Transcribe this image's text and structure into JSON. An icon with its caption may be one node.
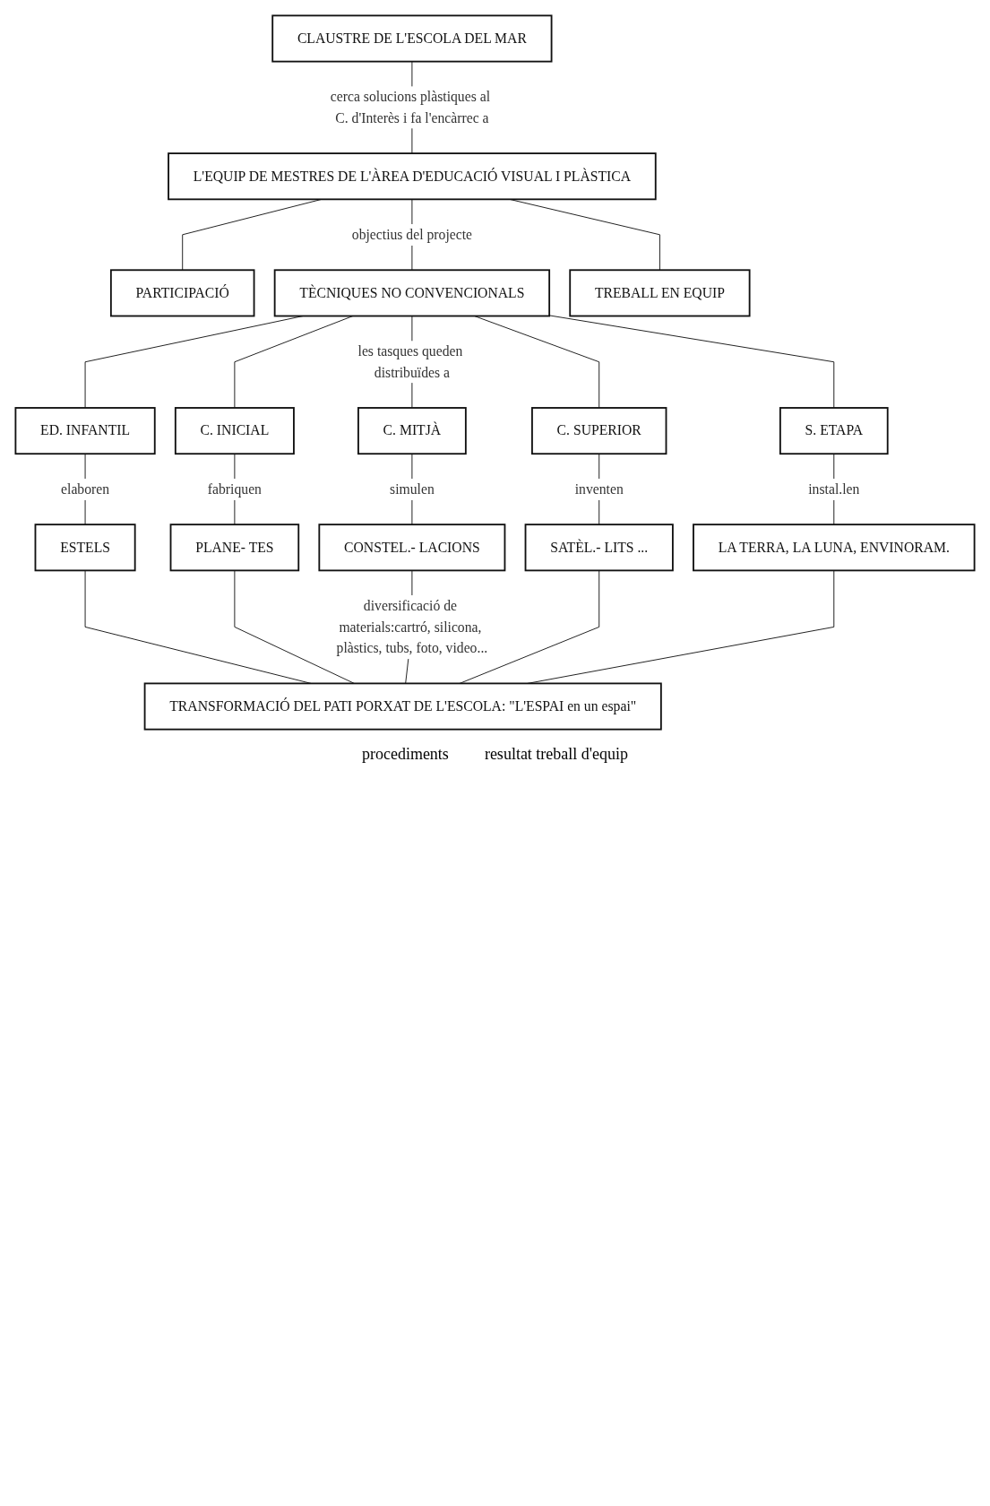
{
  "diagram": {
    "nodes": [
      {
        "text": [
          "CLAUSTRE DE L'ESCOLA DEL MAR"
        ]
      },
      {
        "text": [
          "L'EQUIP DE MESTRES DE L'ÀREA D'EDUCACIÓ VISUAL I PLÀSTICA"
        ]
      },
      {
        "text": [
          "PARTICIPACIÓ"
        ]
      },
      {
        "text": [
          "TÈCNIQUES NO CONVENCIONALS"
        ]
      },
      {
        "text": [
          "TREBALL EN EQUIP"
        ]
      },
      {
        "text": [
          "ED. INFANTIL"
        ]
      },
      {
        "text": [
          "C. INICIAL"
        ]
      },
      {
        "text": [
          "C. MITJÀ"
        ]
      },
      {
        "text": [
          "C. SUPERIOR"
        ]
      },
      {
        "text": [
          "S. ETAPA"
        ]
      },
      {
        "text": [
          "ESTELS"
        ]
      },
      {
        "text": [
          "PLANE- TES"
        ]
      },
      {
        "text": [
          "CONSTEL.- LACIONS"
        ]
      },
      {
        "text": [
          "SATÈL.- LITS ..."
        ]
      },
      {
        "text": [
          "LA TERRA, LA LUNA, ENVINORAM."
        ]
      },
      {
        "text": [
          "TRANSFORMACIÓ DEL PATI PORXAT DE L'ESCOLA: \"L'ESPAI en un espai\""
        ]
      }
    ],
    "edges": [
      {
        "from": 0,
        "to": 1,
        "arrow": "none",
        "label": "cerca solucions plàstiques al C. d'Interès i fa l'encàrrec a"
      },
      {
        "from": 1,
        "to": 2,
        "arrow": "none"
      },
      {
        "from": 1,
        "to": 3,
        "arrow": "none",
        "label": "objectius del projecte"
      },
      {
        "from": 1,
        "to": 4,
        "arrow": "none"
      },
      {
        "from": 3,
        "to": 5,
        "arrow": "none"
      },
      {
        "from": 3,
        "to": 6,
        "arrow": "none"
      },
      {
        "from": 3,
        "to": 7,
        "arrow": "none",
        "label": "les tasques queden distribuïdes a"
      },
      {
        "from": 3,
        "to": 8,
        "arrow": "none"
      },
      {
        "from": 3,
        "to": 9,
        "arrow": "none"
      },
      {
        "from": 5,
        "to": 10,
        "arrow": "none",
        "label": "elaboren"
      },
      {
        "from": 6,
        "to": 11,
        "arrow": "none",
        "label": "fabriquen"
      },
      {
        "from": 7,
        "to": 12,
        "arrow": "none",
        "label": "simulen"
      },
      {
        "from": 8,
        "to": 13,
        "arrow": "none",
        "label": "inventen"
      },
      {
        "from": 9,
        "to": 14,
        "arrow": "none",
        "label": "instal.len"
      },
      {
        "from": 10,
        "to": 15,
        "arrow": "none"
      },
      {
        "from": 11,
        "to": 15,
        "arrow": "none"
      },
      {
        "from": 12,
        "to": 15,
        "arrow": "none",
        "label": "diversificació de materials:cartró, silicona, plàstics, tubs, foto, video..."
      },
      {
        "from": 13,
        "to": 15,
        "arrow": "none"
      },
      {
        "from": 14,
        "to": 15,
        "arrow": "none"
      }
    ],
    "labels": [
      "procediments",
      "resultat treball d'equip"
    ]
  }
}
